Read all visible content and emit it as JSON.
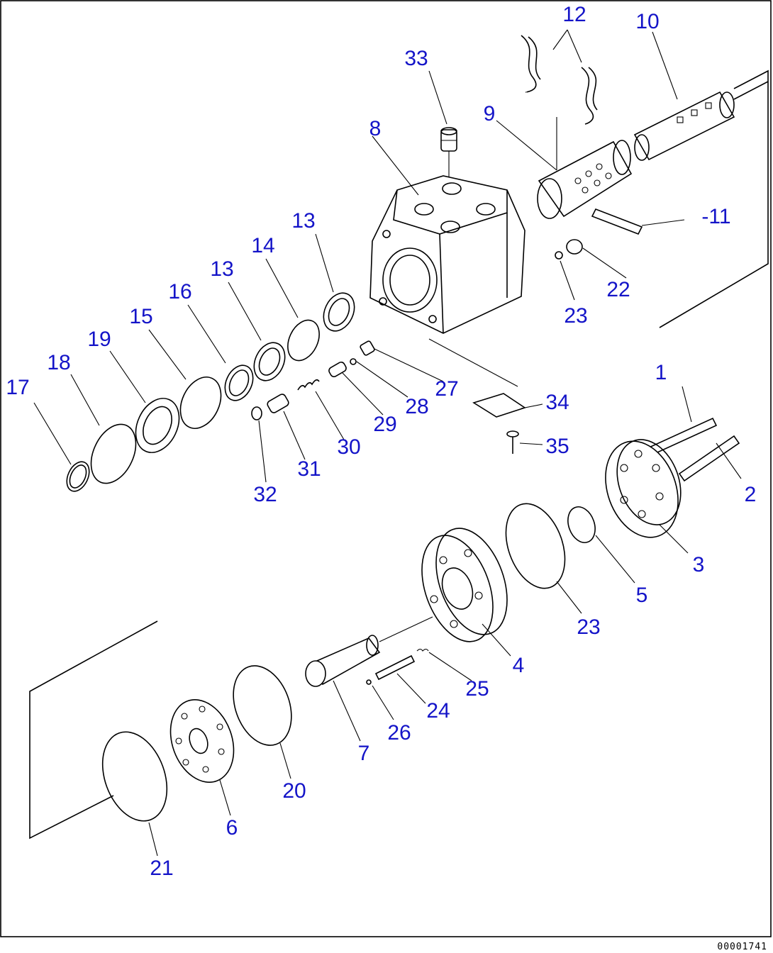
{
  "drawing_code": "00001741",
  "callouts": [
    {
      "label": "1"
    },
    {
      "label": "2"
    },
    {
      "label": "3"
    },
    {
      "label": "4"
    },
    {
      "label": "5"
    },
    {
      "label": "6"
    },
    {
      "label": "7"
    },
    {
      "label": "8"
    },
    {
      "label": "9"
    },
    {
      "label": "10"
    },
    {
      "label": "-11"
    },
    {
      "label": "12"
    },
    {
      "label": "13"
    },
    {
      "label": "13"
    },
    {
      "label": "14"
    },
    {
      "label": "15"
    },
    {
      "label": "16"
    },
    {
      "label": "17"
    },
    {
      "label": "18"
    },
    {
      "label": "19"
    },
    {
      "label": "20"
    },
    {
      "label": "21"
    },
    {
      "label": "22"
    },
    {
      "label": "23"
    },
    {
      "label": "23"
    },
    {
      "label": "24"
    },
    {
      "label": "25"
    },
    {
      "label": "26"
    },
    {
      "label": "27"
    },
    {
      "label": "28"
    },
    {
      "label": "29"
    },
    {
      "label": "30"
    },
    {
      "label": "31"
    },
    {
      "label": "32"
    },
    {
      "label": "33"
    },
    {
      "label": "34"
    },
    {
      "label": "35"
    }
  ]
}
